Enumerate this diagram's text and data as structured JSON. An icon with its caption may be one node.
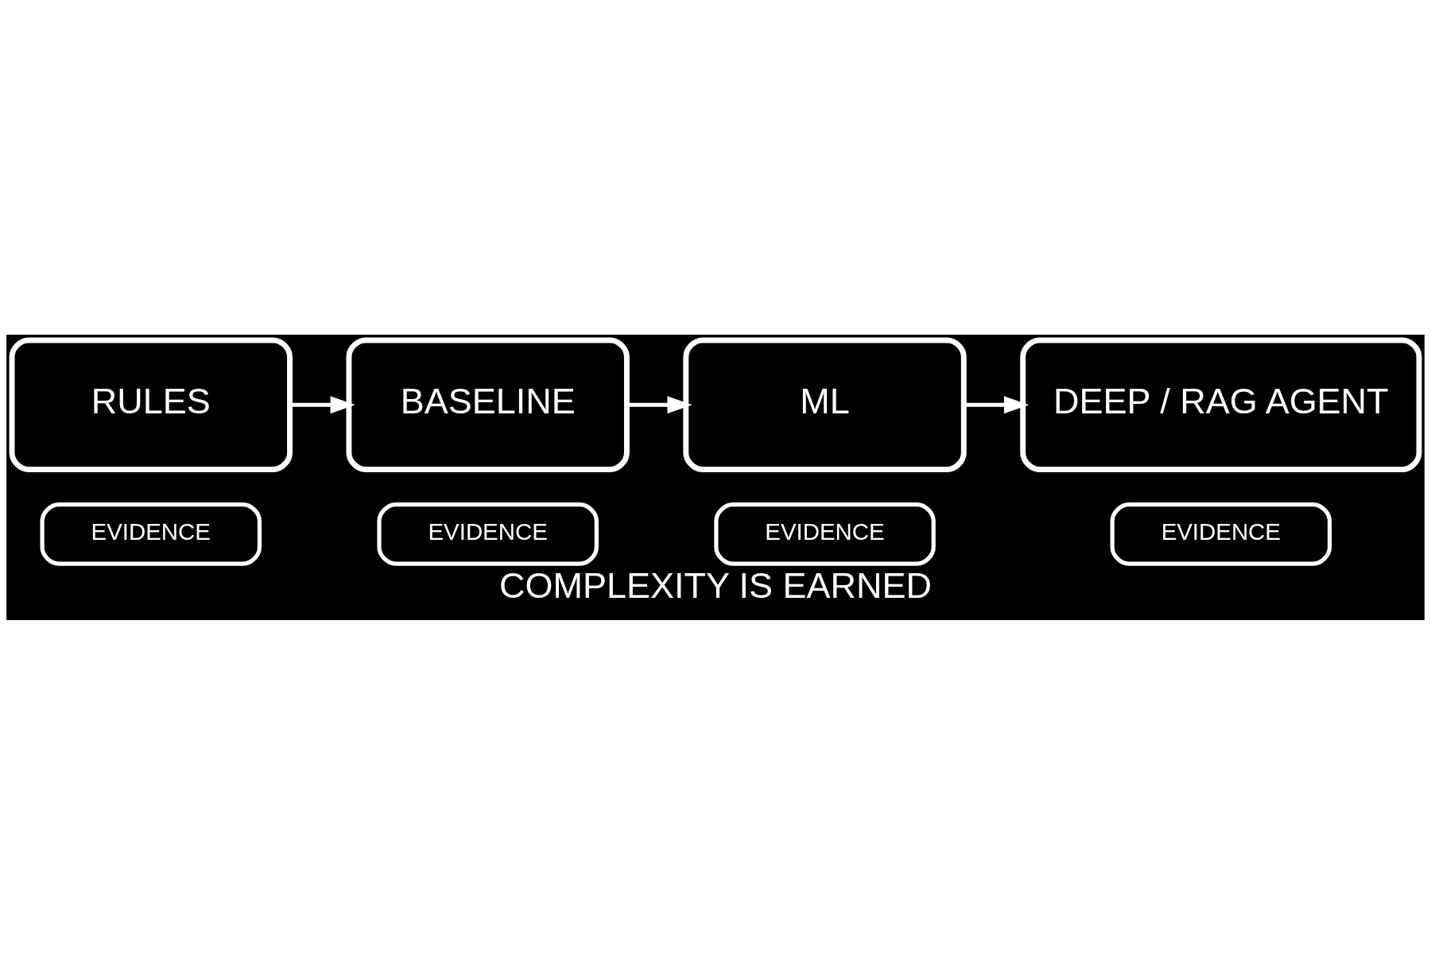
{
  "diagram": {
    "caption": "COMPLEXITY IS EARNED",
    "nodes": [
      {
        "text": [
          "RULES"
        ]
      },
      {
        "text": [
          "EVIDENCE"
        ]
      },
      {
        "text": [
          "BASELINE"
        ]
      },
      {
        "text": [
          "EVIDENCE"
        ]
      },
      {
        "text": [
          "ML"
        ]
      },
      {
        "text": [
          "EVIDENCE"
        ]
      },
      {
        "text": [
          "DEEP / RAG AGENT"
        ]
      },
      {
        "text": [
          "EVIDENCE"
        ]
      }
    ],
    "edges": [
      {
        "from": 0,
        "to": 2,
        "arrow": "to"
      },
      {
        "from": 2,
        "to": 4,
        "arrow": "to"
      },
      {
        "from": 4,
        "to": 6,
        "arrow": "to"
      }
    ]
  }
}
